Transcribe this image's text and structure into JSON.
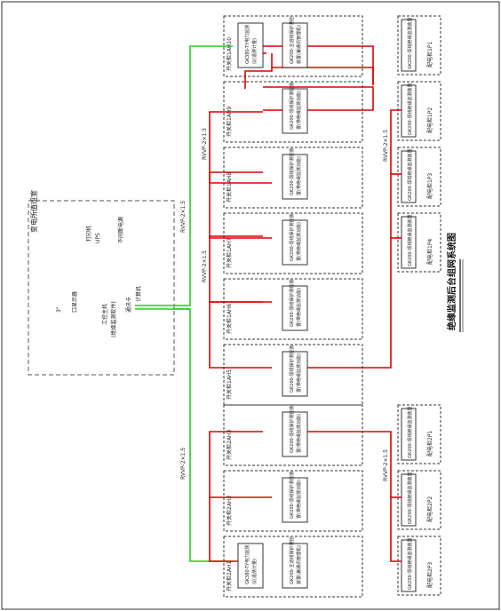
{
  "title": "绝缘监测后台组网系统图",
  "colors": {
    "border": "#333333",
    "dashed": "#555555",
    "red_link": "#e00000",
    "green_link": "#22cc22"
  },
  "monitor_room": {
    "title": "变电所值班室",
    "lines": [
      "3\"",
      "口显示器",
      "工控主机",
      "(绝缘监测软件)",
      "通讯卡",
      "打印机",
      "UPS",
      "不间断电源",
      "计算机"
    ]
  },
  "cable_labels": {
    "upper_trunk": "RVVP-2×1.5",
    "upper_mid": "RVVP-2×1.5",
    "upper_right": "RVVP-2×1.5",
    "upper_far_right": "RVVP-2×1.5",
    "lower_trunk": "RVVP-2×1.5",
    "lower_right": "RVVP-2×1.5"
  },
  "upper_cabinets": [
    {
      "name": "开关柜1AH10",
      "device": "GK200-主进线保护测控装置(兼通讯管理机)",
      "device2": "GK380-TY电力监测仪(遥测计量)"
    },
    {
      "name": "开关柜1AH9",
      "device": "GK200-馈线保护测控装置(带绝缘监测功能)",
      "device2": ""
    },
    {
      "name": "开关柜1AH8",
      "device": "GK200-馈线保护测控装置(带绝缘监测功能)",
      "device2": ""
    },
    {
      "name": "开关柜1AH7",
      "device": "GK200-馈线保护测控装置(带绝缘监测功能)",
      "device2": ""
    },
    {
      "name": "开关柜1AH6",
      "device": "GK200-馈线保护测控装置(带绝缘监测功能)",
      "device2": ""
    },
    {
      "name": "开关柜1AH5",
      "device": "GK200-馈线保护测控装置(带绝缘监测功能)",
      "device2": ""
    }
  ],
  "lower_cabinets": [
    {
      "name": "开关柜2AH3",
      "device": "GK200-馈线保护测控装置(带绝缘监测功能)",
      "device2": ""
    },
    {
      "name": "开关柜2AH2",
      "device": "GK200-馈线保护测控装置(带绝缘监测功能)",
      "device2": ""
    },
    {
      "name": "开关柜2AH1",
      "device": "GK200-主进线保护测控装置(兼通讯管理机)",
      "device2": "GK380-TY电力监测仪(遥测计量)"
    }
  ],
  "upper_right_cabinets": [
    {
      "name": "配电柜1P1",
      "device": "GK200-馈线绝缘监测装置"
    },
    {
      "name": "配电柜1P2",
      "device": "GK200-馈线绝缘监测装置"
    },
    {
      "name": "配电柜1P3",
      "device": "GK200-馈线绝缘监测装置"
    },
    {
      "name": "配电柜1P4",
      "device": "GK200-馈线绝缘监测装置"
    }
  ],
  "lower_right_cabinets": [
    {
      "name": "配电柜2P1",
      "device": "GK200-馈线绝缘监测装置"
    },
    {
      "name": "配电柜2P2",
      "device": "GK200-馈线绝缘监测装置"
    },
    {
      "name": "配电柜2P3",
      "device": "GK200-馈线绝缘监测装置"
    }
  ]
}
